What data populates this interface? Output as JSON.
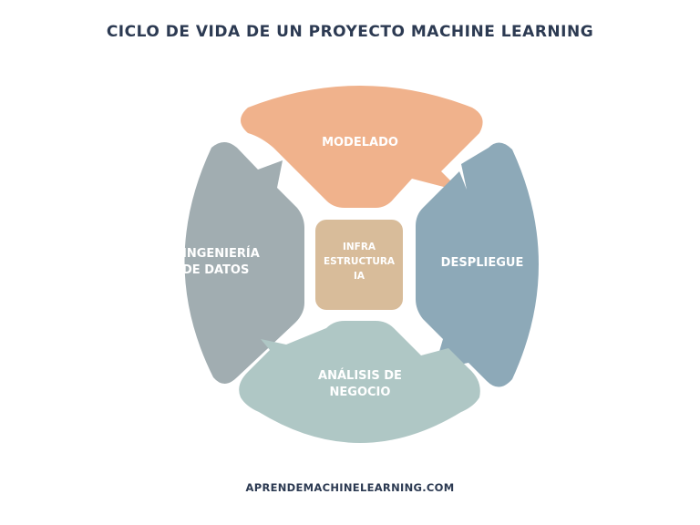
{
  "title": "CICLO DE VIDA DE UN PROYECTO MACHINE LEARNING",
  "footer": "APRENDEMACHINELEARNING.COM",
  "colors": {
    "title_text": "#2c3a52",
    "modelado": "#F0B28C",
    "ingenieria_de_datos": "#A1ADB1",
    "despliegue": "#8DA9B8",
    "analisis_de_negocio": "#AFC7C5",
    "infraestructura": "#D8BC9A",
    "label_text": "#ffffff"
  },
  "cycle": {
    "stages": [
      {
        "id": "modelado",
        "position": "top",
        "label": "MODELADO"
      },
      {
        "id": "despliegue",
        "position": "right",
        "label": "DESPLIEGUE"
      },
      {
        "id": "analisis",
        "position": "bottom",
        "label_line1": "ANÁLISIS DE",
        "label_line2": "NEGOCIO"
      },
      {
        "id": "ingenieria",
        "position": "left",
        "label_line1": "INGENIERÍA",
        "label_line2": "DE DATOS"
      }
    ],
    "center": {
      "line1": "INFRA",
      "line2": "ESTRUCTURA",
      "line3": "IA"
    },
    "flow": "clockwise: Modelado → Despliegue → Análisis de Negocio → Ingeniería de Datos → Modelado"
  }
}
